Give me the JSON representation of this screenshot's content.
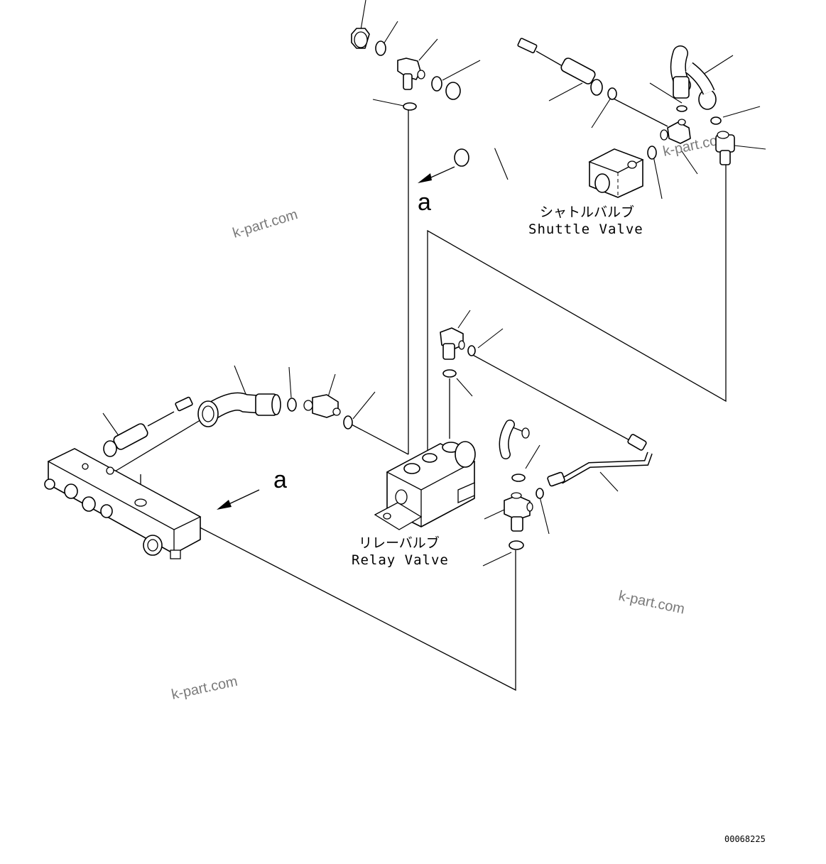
{
  "labels": {
    "shuttle_jp": "シャトルバルブ",
    "shuttle_en": "Shuttle Valve",
    "relay_jp": "リレーバルブ",
    "relay_en": "Relay Valve",
    "ref_a_top": "a",
    "ref_a_left": "a"
  },
  "watermarks": [
    "k-part.com",
    "k-part.com",
    "k-part.com",
    "k-part.com"
  ],
  "drawing_number": "00068225"
}
